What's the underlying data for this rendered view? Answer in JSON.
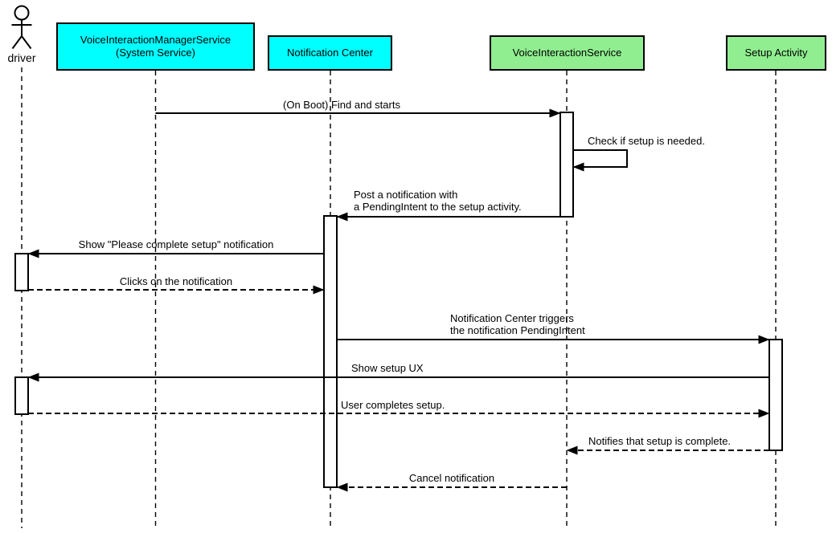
{
  "diagram": {
    "type": "uml-sequence-diagram",
    "colors": {
      "participant_cyan": "#00ffff",
      "participant_green": "#90ee90",
      "line": "#000000",
      "background": "#ffffff"
    }
  },
  "participants": [
    {
      "id": "driver",
      "kind": "actor",
      "label": "driver"
    },
    {
      "id": "voice-interaction-manager-service",
      "kind": "box",
      "fill": "#00ffff",
      "label": "VoiceInteractionManagerService\n(System Service)"
    },
    {
      "id": "notification-center",
      "kind": "box",
      "fill": "#00ffff",
      "label": "Notification Center"
    },
    {
      "id": "voice-interaction-service",
      "kind": "box",
      "fill": "#90ee90",
      "label": "VoiceInteractionService"
    },
    {
      "id": "setup-activity",
      "kind": "box",
      "fill": "#90ee90",
      "label": "Setup Activity"
    }
  ],
  "messages": [
    {
      "from": "VoiceInteractionManagerService (System Service)",
      "to": "VoiceInteractionService",
      "style": "solid",
      "label": "(On Boot) Find and starts"
    },
    {
      "from": "VoiceInteractionService",
      "to": "VoiceInteractionService",
      "style": "solid-self",
      "label": "Check if setup is needed."
    },
    {
      "from": "VoiceInteractionService",
      "to": "Notification Center",
      "style": "solid",
      "label": "Post a notification with\na PendingIntent to the setup activity."
    },
    {
      "from": "Notification Center",
      "to": "driver",
      "style": "solid",
      "label": "Show \"Please complete setup\" notification"
    },
    {
      "from": "driver",
      "to": "Notification Center",
      "style": "dashed",
      "label": "Clicks on the notification"
    },
    {
      "from": "Notification Center",
      "to": "Setup Activity",
      "style": "solid",
      "label": "Notification Center triggers\nthe notification PendingIntent"
    },
    {
      "from": "Setup Activity",
      "to": "driver",
      "style": "solid",
      "label": "Show setup UX"
    },
    {
      "from": "driver",
      "to": "Setup Activity",
      "style": "dashed",
      "label": "User completes setup."
    },
    {
      "from": "Setup Activity",
      "to": "VoiceInteractionService",
      "style": "dashed",
      "label": "Notifies that setup is complete."
    },
    {
      "from": "VoiceInteractionService",
      "to": "Notification Center",
      "style": "dashed",
      "label": "Cancel notification"
    }
  ]
}
